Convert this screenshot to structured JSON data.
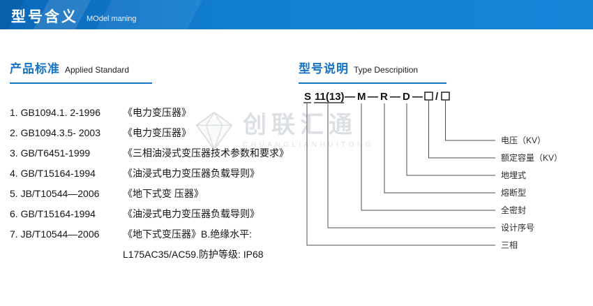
{
  "header": {
    "title": "型号含义",
    "subtitle": "MOdel maning"
  },
  "left": {
    "heading_cn": "产品标准",
    "heading_en": "Applied Standard",
    "items": [
      {
        "code": "1. GB1094.1. 2-1996",
        "title": "《电力变压器》"
      },
      {
        "code": "2. GB1094.3.5- 2003",
        "title": "《电力变压器》"
      },
      {
        "code": "3. GB/T6451-1999",
        "title": "《三相油浸式变压器技术参数和要求》"
      },
      {
        "code": "4. GB/T15164-1994",
        "title": "《油浸式电力变压器负载导则》"
      },
      {
        "code": "5. JB/T10544—2006",
        "title": "《地下式变 压器》"
      },
      {
        "code": "6. GB/T15164-1994",
        "title": "《油浸式电力变压器负载导则》"
      },
      {
        "code": "7. JB/T10544—2006",
        "title": "《地下式变压器》B.绝缘水平:"
      }
    ],
    "continuation": "L175AC35/AC59.防护等级: IP68"
  },
  "right": {
    "heading_cn": "型号说明",
    "heading_en": "Type Descripition",
    "code": {
      "s": "S",
      "design": "11(13)",
      "dash": "—",
      "m": "M",
      "r": "R",
      "d": "D",
      "slash": "/"
    },
    "labels": [
      "电压（KV）",
      "额定容量（KV）",
      "地埋式",
      "熔断型",
      "全密封",
      "设计序号",
      "三相"
    ]
  },
  "watermark": {
    "text": "创联汇通",
    "subtext": "CHUANGLIANHUITONG"
  },
  "colors": {
    "accent": "#1473c5",
    "header_blue": "#1280d2"
  }
}
